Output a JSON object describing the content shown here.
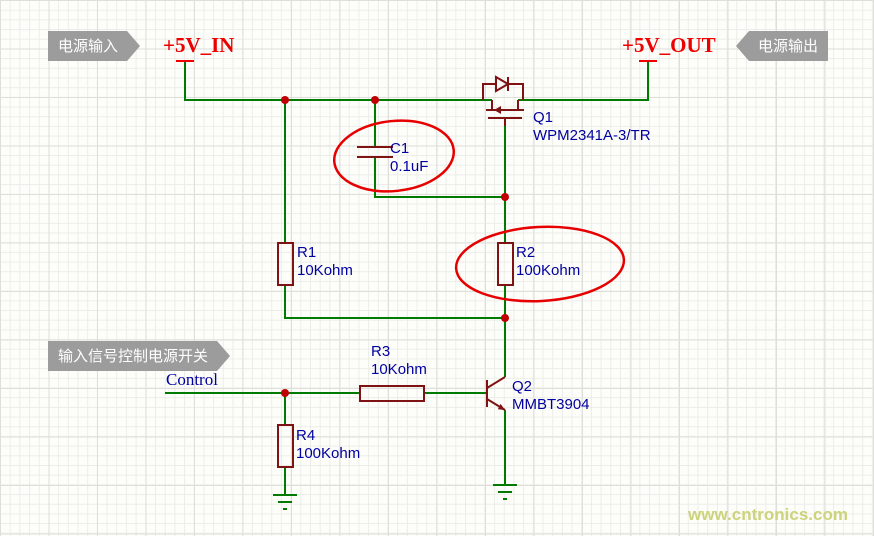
{
  "badges": {
    "power_input": "电源输入",
    "power_output": "电源输出",
    "control_note": "输入信号控制电源开关"
  },
  "nets": {
    "vin": "+5V_IN",
    "vout": "+5V_OUT",
    "control": "Control"
  },
  "components": {
    "q1": {
      "ref": "Q1",
      "value": "WPM2341A-3/TR"
    },
    "c1": {
      "ref": "C1",
      "value": "0.1uF"
    },
    "r1": {
      "ref": "R1",
      "value": "10Kohm"
    },
    "r2": {
      "ref": "R2",
      "value": "100Kohm"
    },
    "r3": {
      "ref": "R3",
      "value": "10Kohm"
    },
    "r4": {
      "ref": "R4",
      "value": "100Kohm"
    },
    "q2": {
      "ref": "Q2",
      "value": "MMBT3904"
    }
  },
  "watermark": "www.cntronics.com",
  "colors": {
    "wire": "#007a00",
    "component_outline": "#7f1212",
    "label_blue": "#0000a0",
    "net_red": "#ee0000",
    "highlight_red": "#e60000",
    "junction_red": "#c00000",
    "badge_bg": "#9c9c9c",
    "watermark": "#ccd37a"
  }
}
